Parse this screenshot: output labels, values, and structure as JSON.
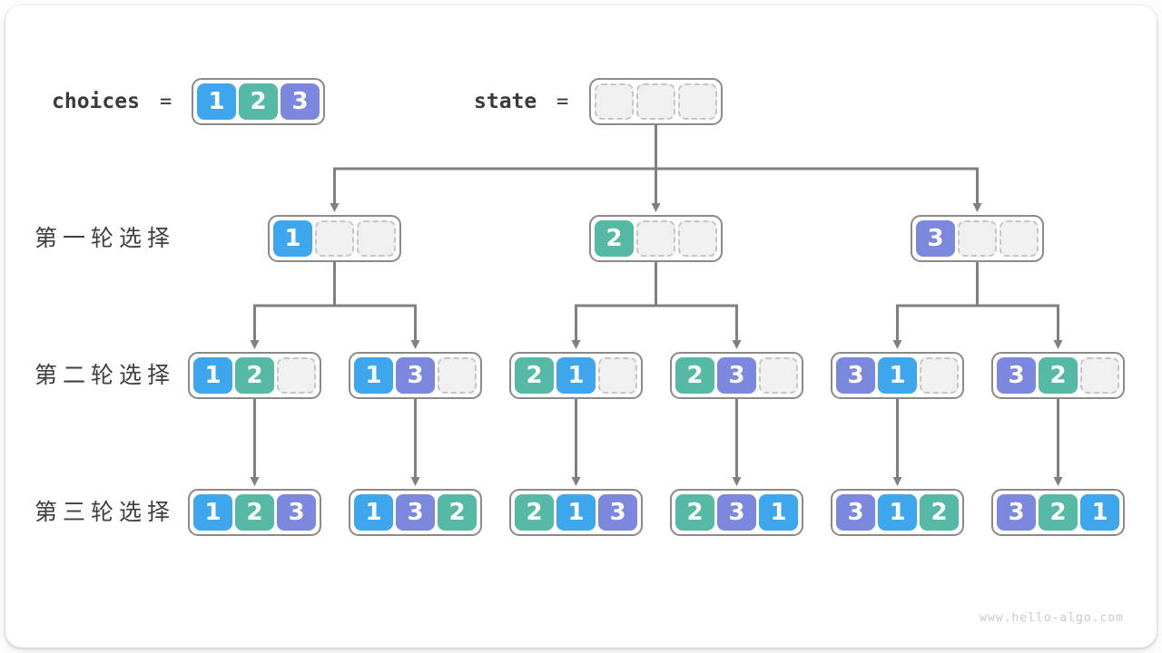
{
  "page": {
    "watermark": "www.hello-algo.com"
  },
  "colors": {
    "1": "#3da6ec",
    "2": "#55b9a5",
    "3": "#7c87de",
    "empty_fill": "#f0f0f0",
    "line": "#808080",
    "node_border": "#8a8a8a"
  },
  "header": {
    "choices_label": "choices",
    "equals": "=",
    "choices_cells": [
      1,
      2,
      3
    ],
    "state_label": "state",
    "state_cells": [
      null,
      null,
      null
    ]
  },
  "rows": [
    {
      "label": "第一轮选择",
      "nodes": [
        [
          1,
          null,
          null
        ],
        [
          2,
          null,
          null
        ],
        [
          3,
          null,
          null
        ]
      ]
    },
    {
      "label": "第二轮选择",
      "nodes": [
        [
          1,
          2,
          null
        ],
        [
          1,
          3,
          null
        ],
        [
          2,
          1,
          null
        ],
        [
          2,
          3,
          null
        ],
        [
          3,
          1,
          null
        ],
        [
          3,
          2,
          null
        ]
      ]
    },
    {
      "label": "第三轮选择",
      "nodes": [
        [
          1,
          2,
          3
        ],
        [
          1,
          3,
          2
        ],
        [
          2,
          1,
          3
        ],
        [
          2,
          3,
          1
        ],
        [
          3,
          1,
          2
        ],
        [
          3,
          2,
          1
        ]
      ]
    }
  ]
}
